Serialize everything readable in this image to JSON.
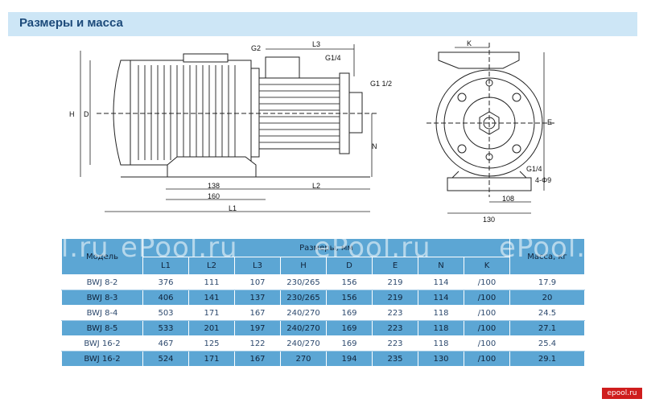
{
  "header": {
    "title": "Размеры и масса"
  },
  "drawing": {
    "labels": {
      "h": "H",
      "d": "D",
      "g2": "G2",
      "l3": "L3",
      "g1_4_top": "G1/4",
      "g1_half": "G1 1/2",
      "n": "N",
      "dim_138": "138",
      "l2": "L2",
      "dim_160": "160",
      "l1": "L1",
      "k": "K",
      "e": "E",
      "g1_4_side": "G1/4",
      "hole": "4-Φ9",
      "dim_108": "108",
      "dim_130": "130"
    }
  },
  "table": {
    "model_header": "Модель",
    "dims_header": "Размеры, мм",
    "mass_header": "Масса, кг",
    "dim_columns": [
      "L1",
      "L2",
      "L3",
      "H",
      "D",
      "E",
      "N",
      "K"
    ],
    "rows": [
      {
        "model": "BWJ 8-2",
        "L1": "376",
        "L2": "111",
        "L3": "107",
        "H": "230/265",
        "D": "156",
        "E": "219",
        "N": "114",
        "K": "/100",
        "mass": "17.9"
      },
      {
        "model": "BWJ 8-3",
        "L1": "406",
        "L2": "141",
        "L3": "137",
        "H": "230/265",
        "D": "156",
        "E": "219",
        "N": "114",
        "K": "/100",
        "mass": "20"
      },
      {
        "model": "BWJ 8-4",
        "L1": "503",
        "L2": "171",
        "L3": "167",
        "H": "240/270",
        "D": "169",
        "E": "223",
        "N": "118",
        "K": "/100",
        "mass": "24.5"
      },
      {
        "model": "BWJ 8-5",
        "L1": "533",
        "L2": "201",
        "L3": "197",
        "H": "240/270",
        "D": "169",
        "E": "223",
        "N": "118",
        "K": "/100",
        "mass": "27.1"
      },
      {
        "model": "BWJ 16-2",
        "L1": "467",
        "L2": "125",
        "L3": "122",
        "H": "240/270",
        "D": "169",
        "E": "223",
        "N": "118",
        "K": "/100",
        "mass": "25.4"
      },
      {
        "model": "BWJ 16-2",
        "L1": "524",
        "L2": "171",
        "L3": "167",
        "H": "270",
        "D": "194",
        "E": "235",
        "N": "130",
        "K": "/100",
        "mass": "29.1"
      }
    ]
  },
  "watermark": {
    "text": "ePool.ru"
  },
  "logo": {
    "text": "epool.ru"
  }
}
